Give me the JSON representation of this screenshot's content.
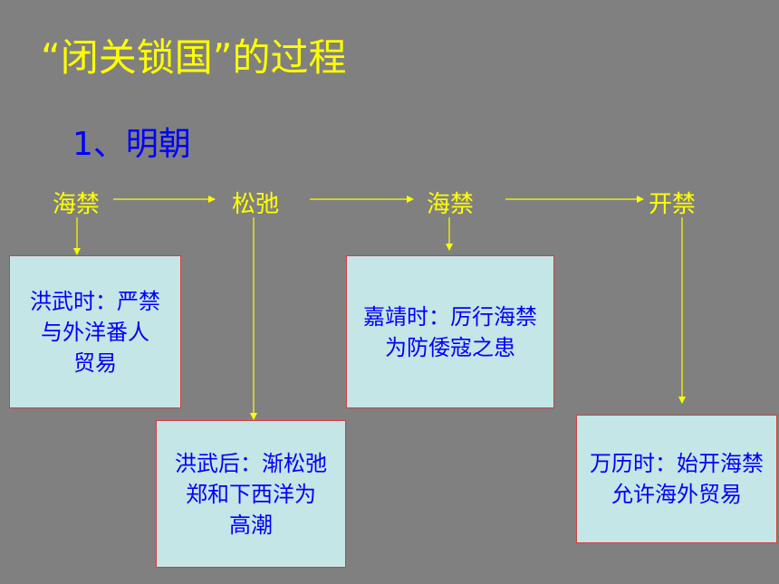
{
  "title": "“闭关锁国”的过程",
  "subtitle": "1、明朝",
  "stages": [
    "海禁",
    "松弛",
    "海禁",
    "开禁"
  ],
  "boxes": [
    {
      "lines": [
        "洪武时：严禁",
        "与外洋番人",
        "贸易"
      ]
    },
    {
      "lines": [
        "洪武后：渐松弛",
        "郑和下西洋为",
        "高潮"
      ]
    },
    {
      "lines": [
        "嘉靖时：厉行海禁",
        "为防倭寇之患"
      ]
    },
    {
      "lines": [
        "万历时：始开海禁",
        "允许海外贸易"
      ]
    }
  ],
  "colors": {
    "background": "#808080",
    "title": "#ffff00",
    "subtitle": "#0000ff",
    "stage": "#ffff00",
    "box_fill": "#c4e6e6",
    "box_border": "#d04040",
    "box_text": "#0000ff",
    "arrow": "#ffff00"
  }
}
